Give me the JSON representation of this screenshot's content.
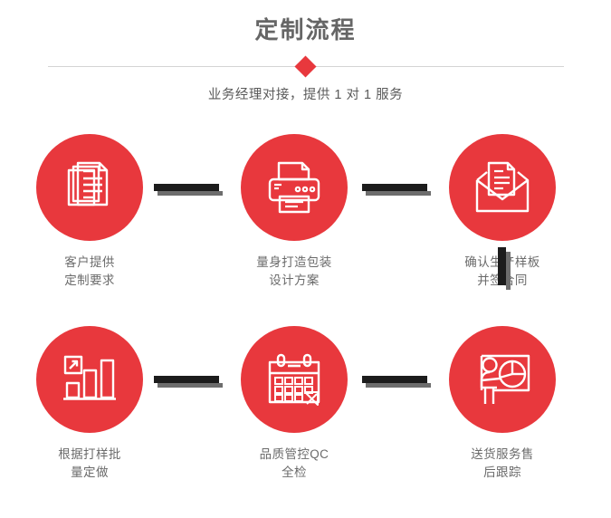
{
  "header": {
    "title": "定制流程",
    "subtitle": "业务经理对接，提供 1 对 1 服务",
    "accent_color": "#e8383d",
    "divider_color": "#d4d4d4",
    "title_color": "#666666"
  },
  "flow": {
    "circle_color": "#e8383d",
    "connector_color": "#1c1c1c",
    "connector_shadow_color": "#6d6d6d",
    "label_color": "#6b6b6b",
    "steps": [
      {
        "index": 1,
        "icon": "documents-stack-icon",
        "line1": "客户提供",
        "line2": "定制要求"
      },
      {
        "index": 2,
        "icon": "printer-icon",
        "line1": "量身打造包装",
        "line2": "设计方案"
      },
      {
        "index": 3,
        "icon": "envelope-document-icon",
        "line1": "确认生产样板",
        "line2": "并签合同"
      },
      {
        "index": 4,
        "icon": "bar-chart-growth-icon",
        "line1": "根据打样批",
        "line2": "量定做"
      },
      {
        "index": 5,
        "icon": "calendar-icon",
        "line1": "品质管控QC",
        "line2": "全检"
      },
      {
        "index": 6,
        "icon": "presenter-pie-chart-icon",
        "line1": "送货服务售",
        "line2": "后跟踪"
      }
    ]
  }
}
